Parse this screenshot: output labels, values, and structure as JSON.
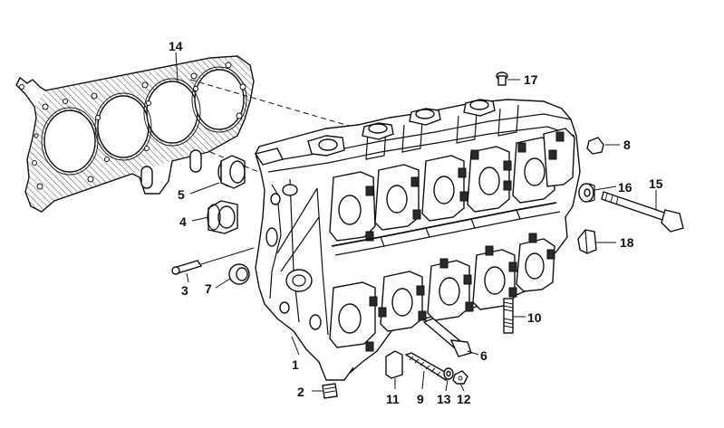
{
  "diagram": {
    "callouts": [
      {
        "id": "1",
        "label": "1"
      },
      {
        "id": "2",
        "label": "2"
      },
      {
        "id": "3",
        "label": "3"
      },
      {
        "id": "4",
        "label": "4"
      },
      {
        "id": "5",
        "label": "5"
      },
      {
        "id": "6",
        "label": "6"
      },
      {
        "id": "7",
        "label": "7"
      },
      {
        "id": "8",
        "label": "8"
      },
      {
        "id": "9",
        "label": "9"
      },
      {
        "id": "10",
        "label": "10"
      },
      {
        "id": "11",
        "label": "11"
      },
      {
        "id": "12",
        "label": "12"
      },
      {
        "id": "13",
        "label": "13"
      },
      {
        "id": "14",
        "label": "14"
      },
      {
        "id": "15",
        "label": "15"
      },
      {
        "id": "16",
        "label": "16"
      },
      {
        "id": "17",
        "label": "17"
      },
      {
        "id": "18",
        "label": "18"
      }
    ],
    "colors": {
      "ink": "#111111",
      "paper": "#ffffff",
      "gasket_fill": "#bdbdbd"
    }
  }
}
